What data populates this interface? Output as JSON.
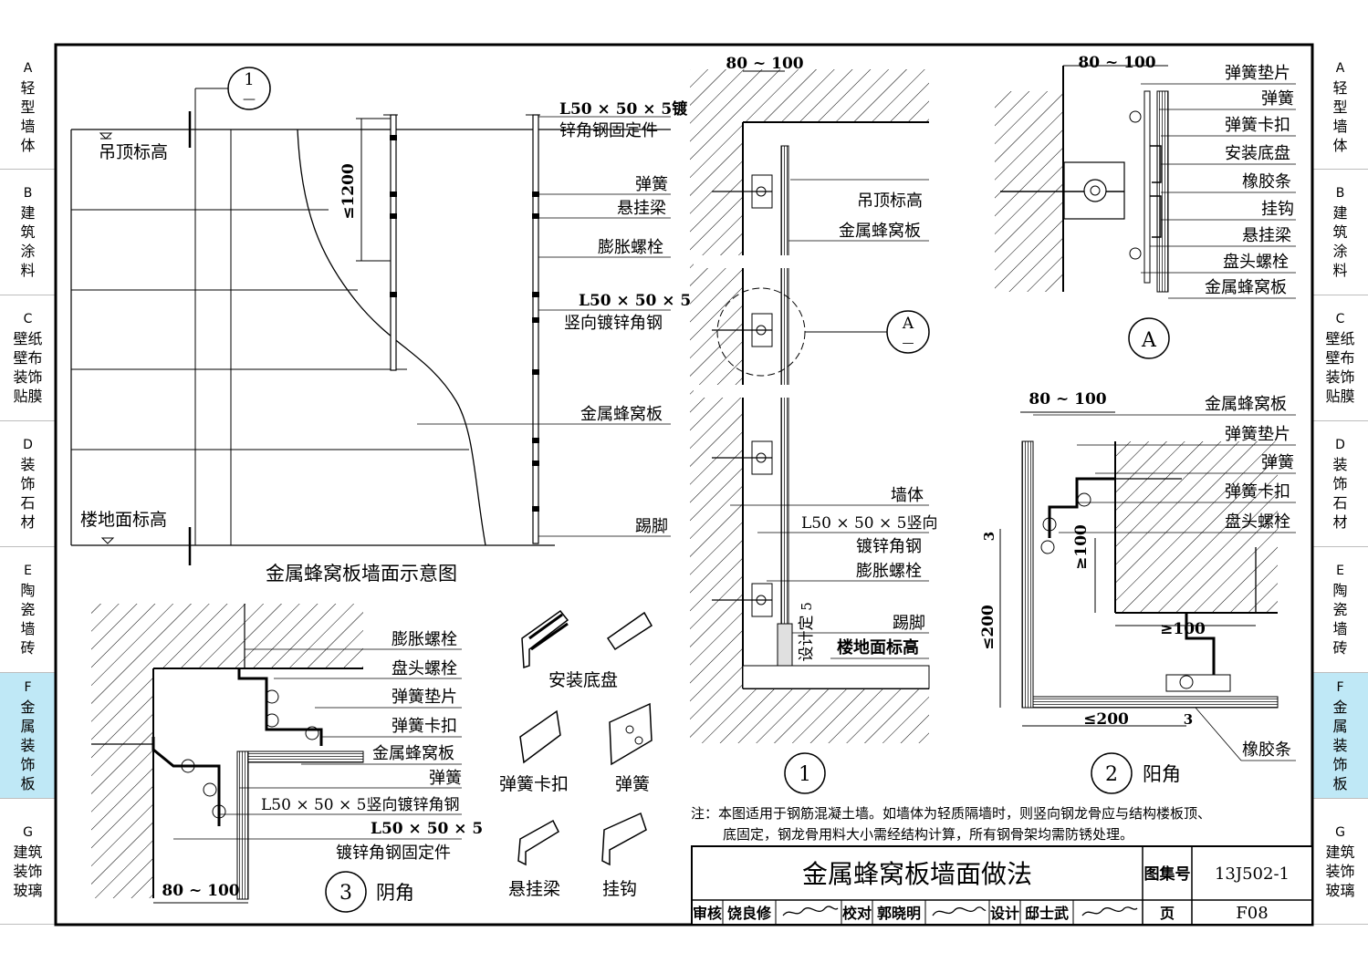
{
  "side_tabs": [
    {
      "letter": "A",
      "lines": [
        "轻",
        "型",
        "墙",
        "体"
      ],
      "active": false
    },
    {
      "letter": "B",
      "lines": [
        "建",
        "筑",
        "涂",
        "料"
      ],
      "active": false
    },
    {
      "letter": "C",
      "lines": [
        "壁纸",
        "壁布",
        "装饰",
        "贴膜"
      ],
      "active": false
    },
    {
      "letter": "D",
      "lines": [
        "装",
        "饰",
        "石",
        "材"
      ],
      "active": false
    },
    {
      "letter": "E",
      "lines": [
        "陶",
        "瓷",
        "墙",
        "砖"
      ],
      "active": false
    },
    {
      "letter": "F",
      "lines": [
        "金",
        "属",
        "装",
        "饰",
        "板"
      ],
      "active": true
    },
    {
      "letter": "G",
      "lines": [
        "建筑",
        "装饰",
        "玻璃"
      ],
      "active": false
    }
  ],
  "elevation": {
    "title": "金属蜂窝板墙面示意图",
    "ceiling_level": "吊顶标高",
    "floor_level": "楼地面标高",
    "section_mark": "1",
    "section_sub": "—",
    "spacing": "≤1200",
    "labels": {
      "angle_fixing_1": "L50 × 50 × 5镀",
      "angle_fixing_2": "锌角钢固定件",
      "spring": "弹簧",
      "hang_beam": "悬挂梁",
      "exp_bolt": "膨胀螺栓",
      "vert_angle_1": "L50 × 50 × 5",
      "vert_angle_2": "竖向镀锌角钢",
      "panel": "金属蜂窝板",
      "skirting": "踢脚"
    }
  },
  "section1": {
    "number": "1",
    "dim": "80 ~ 100",
    "ceiling_level": "吊顶标高",
    "panel": "金属蜂窝板",
    "detail_mark": "A",
    "detail_sub": "—",
    "wall": "墙体",
    "vert_angle_1": "L50 × 50 × 5竖向",
    "vert_angle_2": "镀锌角钢",
    "exp_bolt": "膨胀螺栓",
    "skirting": "踢脚",
    "floor_level": "楼地面标高",
    "design_note": "设计定",
    "design_num": "5"
  },
  "detailA": {
    "mark": "A",
    "dim": "80 ~ 100",
    "labels": [
      "弹簧垫片",
      "弹簧",
      "弹簧卡扣",
      "安装底盘",
      "橡胶条",
      "挂钩",
      "悬挂梁",
      "盘头螺栓",
      "金属蜂窝板"
    ]
  },
  "detail2": {
    "number": "2",
    "name": "阳角",
    "dim_top": "80 ~ 100",
    "labels": [
      "金属蜂窝板",
      "弹簧垫片",
      "弹簧",
      "弹簧卡扣",
      "盘头螺栓"
    ],
    "rubber": "橡胶条",
    "dim_3a": "3",
    "dim_100v": "≥100",
    "dim_200v": "≤200",
    "dim_100h": "≥100",
    "dim_200h": "≤200",
    "dim_3b": "3"
  },
  "detail3": {
    "number": "3",
    "name": "阴角",
    "dim": "80 ~ 100",
    "labels": [
      "膨胀螺栓",
      "盘头螺栓",
      "弹簧垫片",
      "弹簧卡扣",
      "金属蜂窝板",
      "弹簧"
    ],
    "vert_angle": "L50 × 50 × 5竖向镀锌角钢",
    "fix_1": "L50 × 50 × 5",
    "fix_2": "镀锌角钢固定件"
  },
  "parts": [
    {
      "name": "安装底盘"
    },
    {
      "name": "弹簧卡扣"
    },
    {
      "name": "弹簧"
    },
    {
      "name": "悬挂梁"
    },
    {
      "name": "挂钩"
    }
  ],
  "note_line1": "注：本图适用于钢筋混凝土墙。如墙体为轻质隔墙时，则竖向钢龙骨应与结构楼板顶、",
  "note_line2": "底固定，钢龙骨用料大小需经结构计算，所有钢骨架均需防锈处理。",
  "title_block": {
    "title": "金属蜂窝板墙面做法",
    "atlas_label": "图集号",
    "atlas_no": "13J502-1",
    "review_label": "审核",
    "reviewer": "饶良修",
    "check_label": "校对",
    "checker": "郭晓明",
    "design_label": "设计",
    "designer": "邸士武",
    "page_label": "页",
    "page_no": "F08"
  }
}
